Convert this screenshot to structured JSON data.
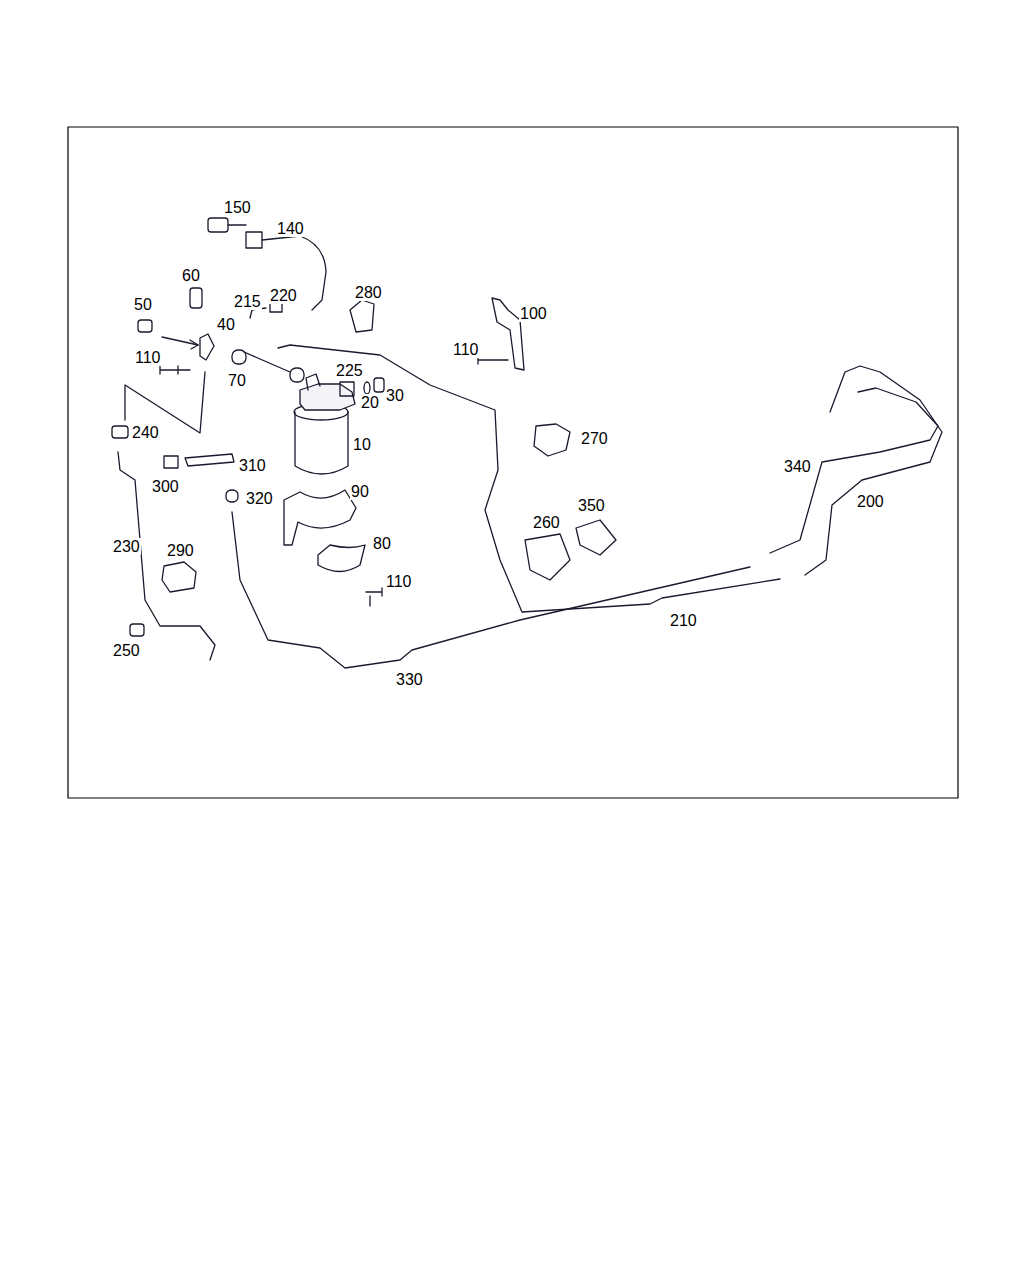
{
  "diagram": {
    "labels": [
      "150",
      "140",
      "60",
      "280",
      "220",
      "215",
      "50",
      "100",
      "40",
      "110",
      "110",
      "225",
      "70",
      "30",
      "20",
      "240",
      "270",
      "10",
      "310",
      "340",
      "90",
      "320",
      "300",
      "350",
      "200",
      "260",
      "230",
      "290",
      "80",
      "110",
      "210",
      "250",
      "330"
    ]
  }
}
